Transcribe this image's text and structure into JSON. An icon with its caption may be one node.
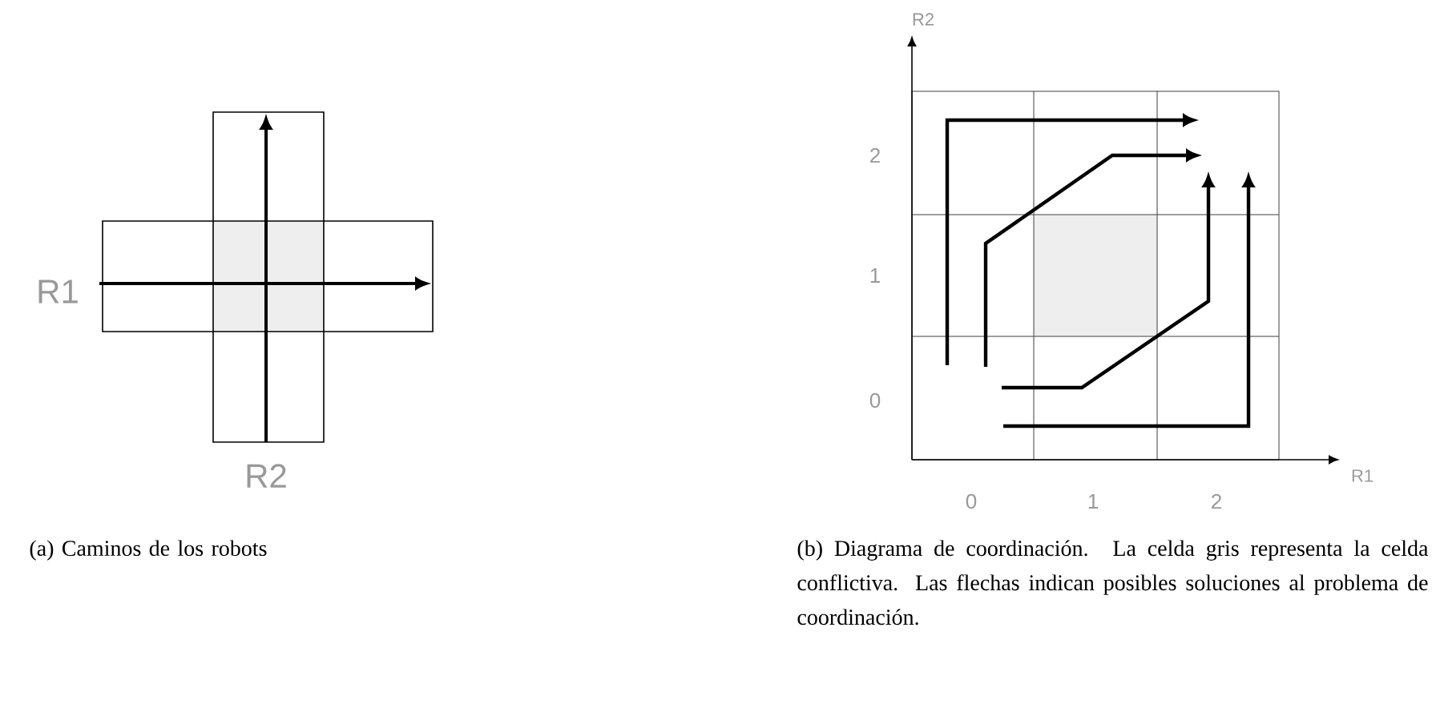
{
  "diagram": {
    "labels": [
      "R2",
      "R1",
      "2",
      "1",
      "R2",
      "0",
      "R1",
      "0",
      "1",
      "2",
      "(a) Caminos de los robots",
      "(b) Diagrama de coordinación. La celda gris representa la celda conflictiva. Las flechas indican posibles soluciones al problema de coordinación."
    ]
  }
}
